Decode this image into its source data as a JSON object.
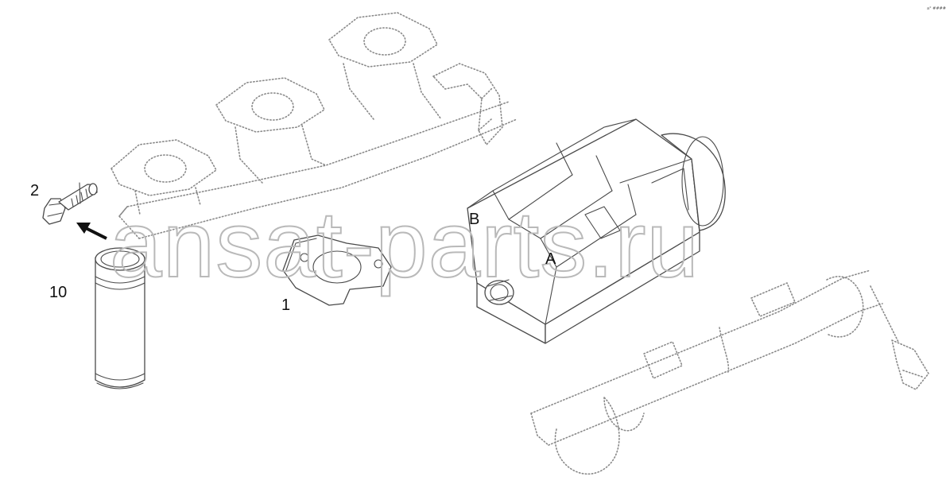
{
  "diagram": {
    "labels": {
      "part_1": "1",
      "part_2": "2",
      "part_10": "10",
      "point_a": "A",
      "point_b": "B"
    },
    "watermark": "ansat-parts.ru",
    "corner_mark": "a° ####",
    "colors": {
      "line": "#4a4a4a",
      "dotted": "#8a8a8a",
      "watermark": "#b9b9b9",
      "background": "#ffffff"
    }
  }
}
